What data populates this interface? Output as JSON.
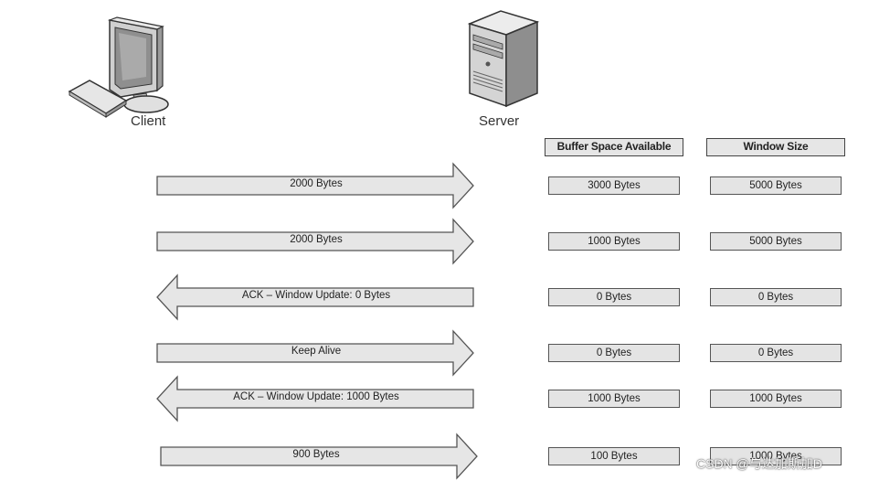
{
  "nodes": {
    "client": "Client",
    "server": "Server"
  },
  "columns": {
    "buffer": "Buffer Space Available",
    "window": "Window Size"
  },
  "rows": [
    {
      "message": "2000 Bytes",
      "direction": "right",
      "buffer": "3000 Bytes",
      "window": "5000 Bytes"
    },
    {
      "message": "2000 Bytes",
      "direction": "right",
      "buffer": "1000 Bytes",
      "window": "5000 Bytes"
    },
    {
      "message": "ACK – Window Update: 0 Bytes",
      "direction": "left",
      "buffer": "0 Bytes",
      "window": "0 Bytes"
    },
    {
      "message": "Keep Alive",
      "direction": "right",
      "buffer": "0 Bytes",
      "window": "0 Bytes"
    },
    {
      "message": "ACK – Window Update: 1000 Bytes",
      "direction": "left",
      "buffer": "1000 Bytes",
      "window": "1000 Bytes"
    },
    {
      "message": "900 Bytes",
      "direction": "right",
      "buffer": "100 Bytes",
      "window": "1000 Bytes"
    }
  ],
  "watermark": "CSDN @与达加斯加D",
  "icons": {
    "client": "computer-monitor-icon",
    "server": "server-tower-icon"
  },
  "colors": {
    "arrow_fill": "#e6e6e6",
    "arrow_stroke": "#555555",
    "cell_fill": "#e4e4e4"
  }
}
